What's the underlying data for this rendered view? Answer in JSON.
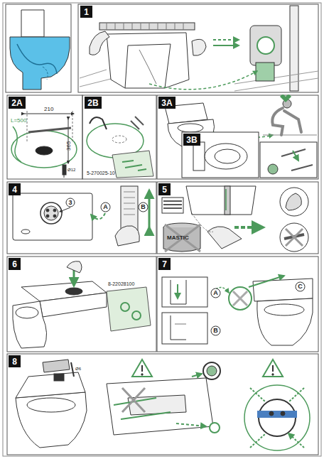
{
  "diagram": {
    "nodes": [
      {
        "text": [
          "1"
        ]
      },
      {
        "text": [
          "2A"
        ]
      },
      {
        "text": [
          "2B"
        ]
      },
      {
        "text": [
          "3A"
        ]
      },
      {
        "text": [
          "3B"
        ]
      },
      {
        "text": [
          "4"
        ]
      },
      {
        "text": [
          "3"
        ]
      },
      {
        "text": [
          "A"
        ]
      },
      {
        "text": [
          "B"
        ]
      },
      {
        "text": [
          "5"
        ]
      },
      {
        "text": [
          "6"
        ]
      },
      {
        "text": [
          "7"
        ]
      },
      {
        "text": [
          "A"
        ]
      },
      {
        "text": [
          "B"
        ]
      },
      {
        "text": [
          "C"
        ]
      },
      {
        "text": [
          "8"
        ]
      }
    ],
    "labels": [
      "L=500",
      "210",
      "365",
      "Ø12",
      "5-270025-10",
      "MASTIC",
      "8-22028100",
      "Ø6"
    ]
  }
}
